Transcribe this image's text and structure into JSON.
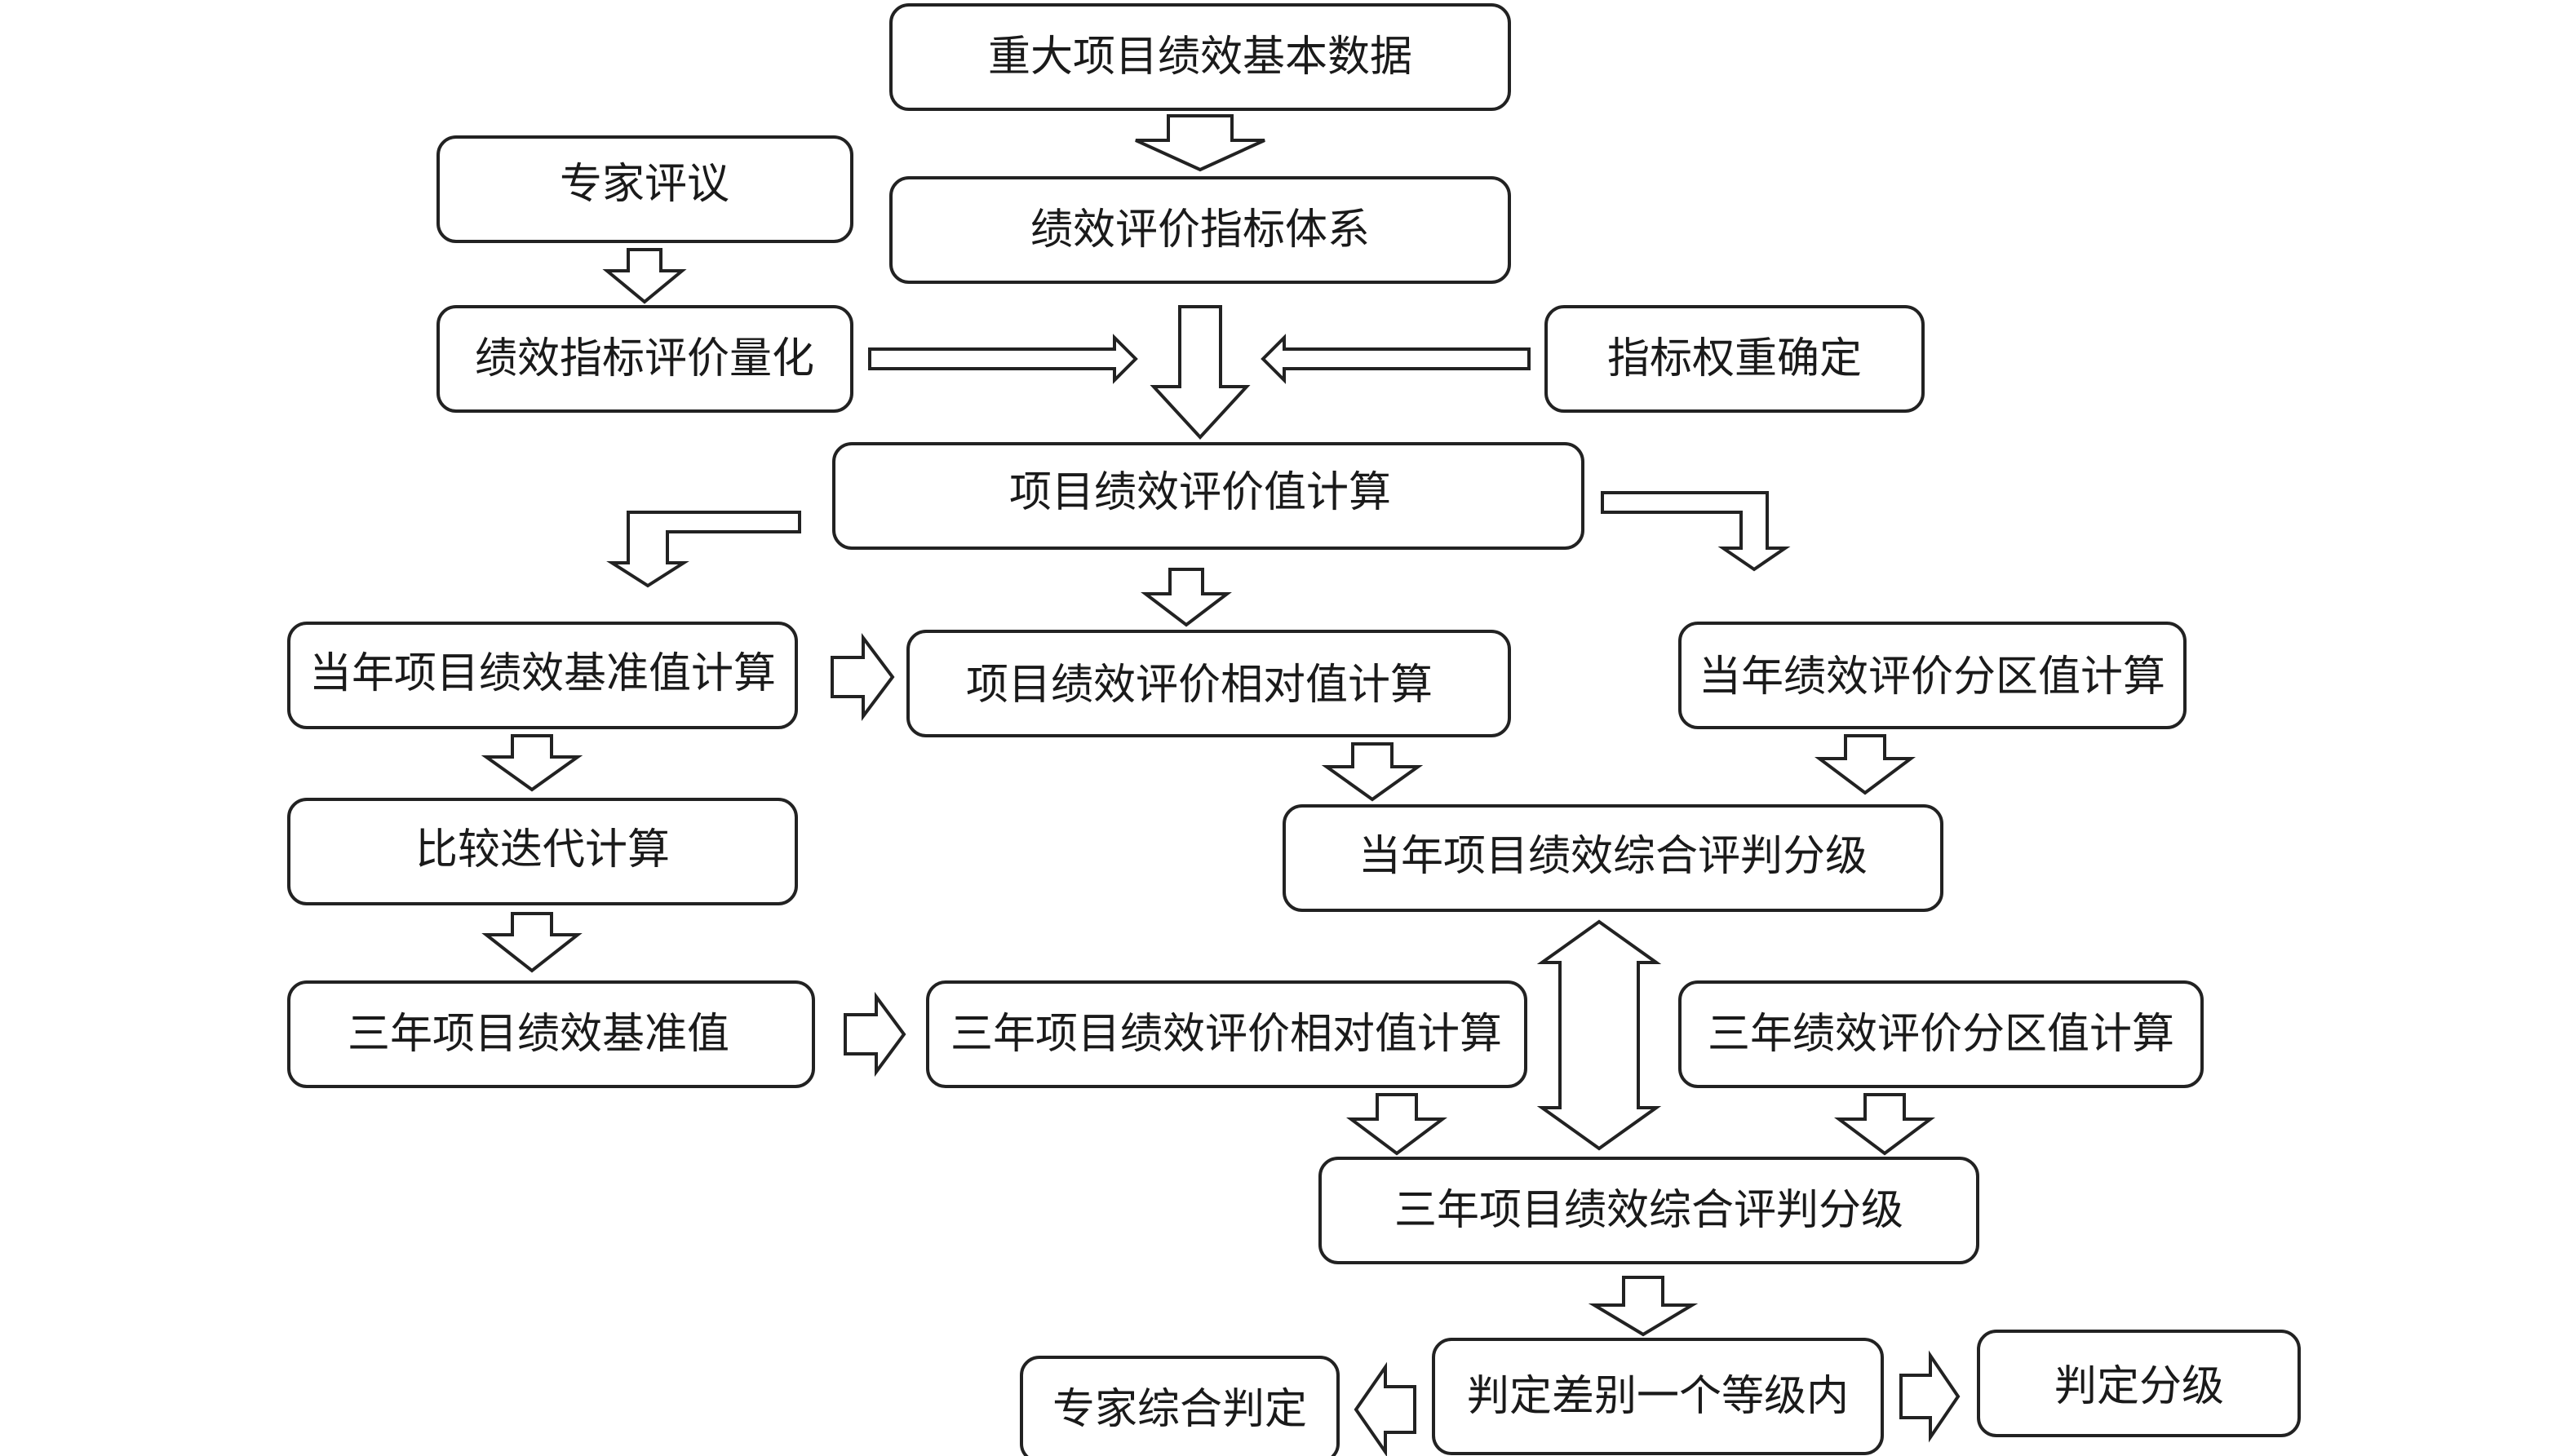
{
  "diagram": {
    "nodes": {
      "basic_data": "重大项目绩效基本数据",
      "index_system": "绩效评价指标体系",
      "expert_review": "专家评议",
      "index_quantify": "绩效指标评价量化",
      "weight_determine": "指标权重确定",
      "value_calc": "项目绩效评价值计算",
      "year_baseline_calc": "当年项目绩效基准值计算",
      "relative_value_calc": "项目绩效评价相对值计算",
      "year_partition_calc": "当年绩效评价分区值计算",
      "compare_iterate": "比较迭代计算",
      "year_grading": "当年项目绩效综合评判分级",
      "three_year_baseline": "三年项目绩效基准值",
      "three_year_relative_calc": "三年项目绩效评价相对值计算",
      "three_year_partition_calc": "三年绩效评价分区值计算",
      "three_year_grading": "三年项目绩效综合评判分级",
      "within_one_grade": "判定差别一个等级内",
      "expert_judgement": "专家综合判定",
      "final_grading": "判定分级"
    },
    "edges": [
      [
        "basic_data",
        "index_system"
      ],
      [
        "expert_review",
        "index_quantify"
      ],
      [
        "index_system",
        "value_calc"
      ],
      [
        "index_quantify",
        "value_calc"
      ],
      [
        "weight_determine",
        "value_calc"
      ],
      [
        "value_calc",
        "year_baseline_calc"
      ],
      [
        "value_calc",
        "relative_value_calc"
      ],
      [
        "value_calc",
        "year_partition_calc"
      ],
      [
        "year_baseline_calc",
        "relative_value_calc"
      ],
      [
        "year_baseline_calc",
        "compare_iterate"
      ],
      [
        "compare_iterate",
        "three_year_baseline"
      ],
      [
        "relative_value_calc",
        "year_grading"
      ],
      [
        "year_partition_calc",
        "year_grading"
      ],
      [
        "three_year_baseline",
        "three_year_relative_calc"
      ],
      [
        "three_year_relative_calc",
        "three_year_grading"
      ],
      [
        "three_year_partition_calc",
        "three_year_grading"
      ],
      [
        "year_grading",
        "three_year_grading",
        "bidirectional"
      ],
      [
        "three_year_grading",
        "within_one_grade"
      ],
      [
        "within_one_grade",
        "expert_judgement"
      ],
      [
        "within_one_grade",
        "final_grading"
      ]
    ]
  }
}
